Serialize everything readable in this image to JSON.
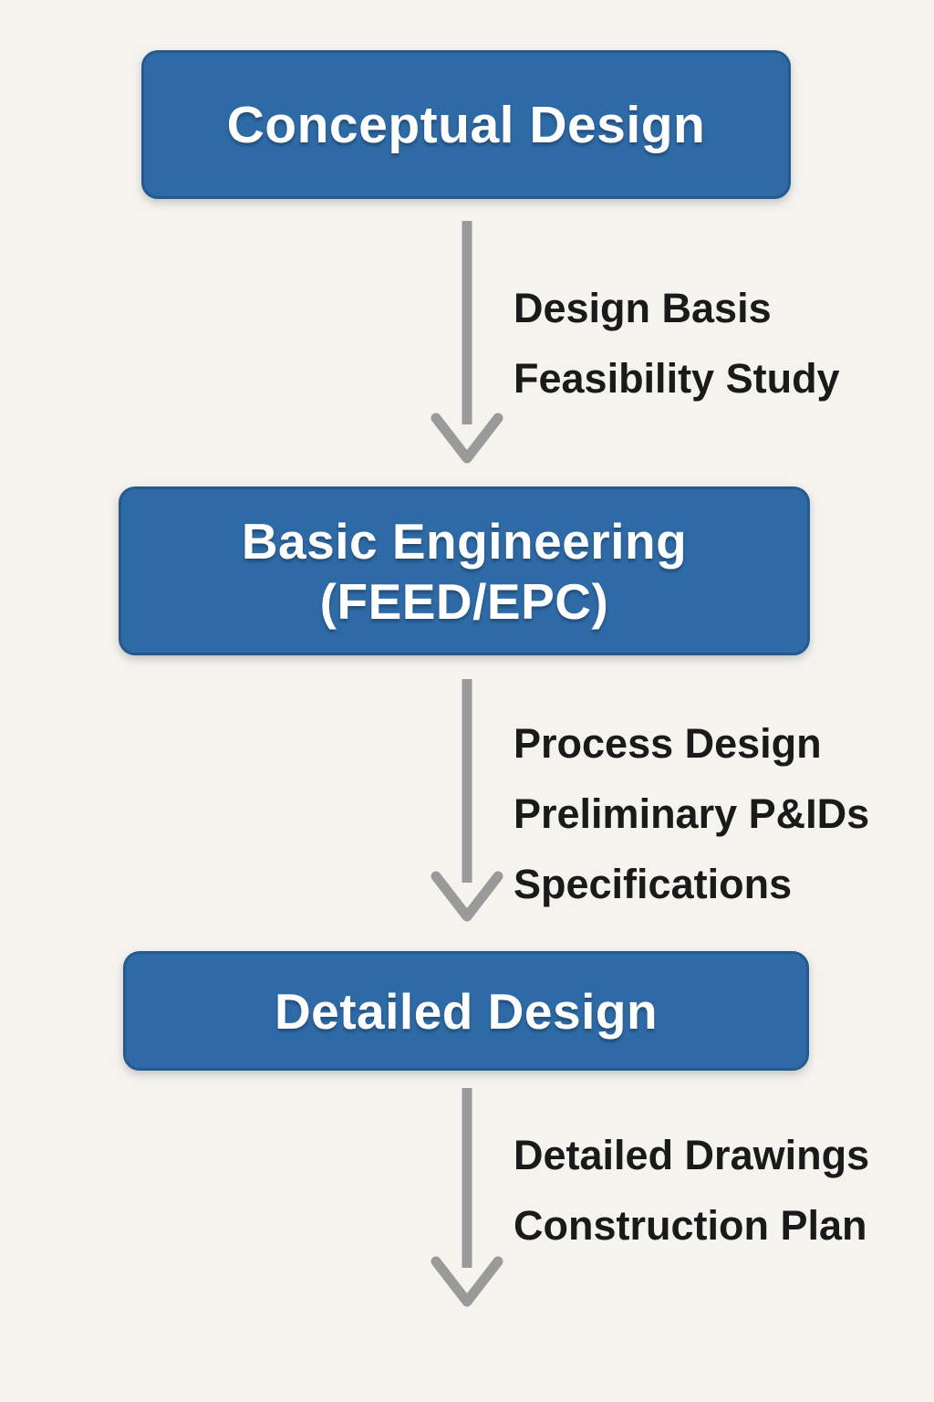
{
  "colors": {
    "background": "#f5f3ee",
    "box_fill": "#2e6aa6",
    "box_border": "#26598e",
    "box_text": "#ffffff",
    "arrow": "#9a9a9a",
    "label_text": "#1a1a1a"
  },
  "flowchart": {
    "boxes": [
      {
        "id": "conceptual-design",
        "label_lines": [
          "Conceptual Design"
        ]
      },
      {
        "id": "basic-engineering",
        "label_lines": [
          "Basic Engineering",
          "(FEED/EPC)"
        ]
      },
      {
        "id": "detailed-design",
        "label_lines": [
          "Detailed Design"
        ]
      }
    ],
    "arrows": [
      {
        "labels": [
          "Design Basis",
          "Feasibility Study"
        ]
      },
      {
        "labels": [
          "Process Design",
          "Preliminary P&IDs",
          "Specifications"
        ]
      },
      {
        "labels": [
          "Detailed Drawings",
          "Construction Plan"
        ]
      }
    ]
  }
}
